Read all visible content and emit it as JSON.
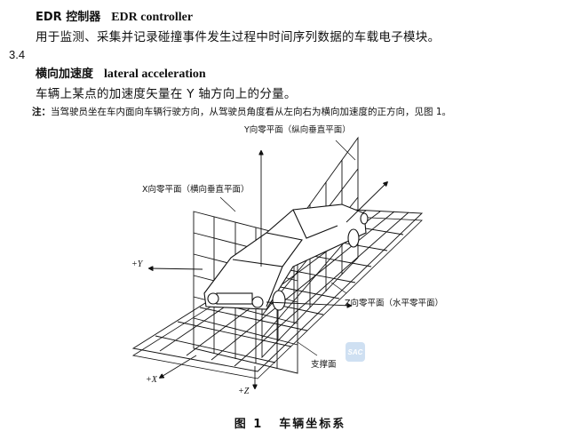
{
  "section_prev": {
    "term_zh": "EDR 控制器",
    "term_en": "EDR controller",
    "definition": "用于监测、采集并记录碰撞事件发生过程中时间序列数据的车载电子模块。"
  },
  "section": {
    "number": "3.4",
    "term_zh": "横向加速度",
    "term_en": "lateral acceleration",
    "definition": "车辆上某点的加速度矢量在 Y 轴方向上的分量。",
    "note_label": "注：",
    "note_text": "当驾驶员坐在车内面向车辆行驶方向，从驾驶员角度看从左向右为横向加速度的正方向，见图 1。"
  },
  "figure": {
    "labels": {
      "y_plane": "Y向零平面（纵向垂直平面）",
      "x_plane": "X向零平面（横向垂直平面）",
      "z_plane": "Z向零平面（水平零平面）",
      "support": "支撑面"
    },
    "axes": {
      "plus_y": "+Y",
      "plus_x": "+X",
      "plus_z": "+Z"
    },
    "watermark": "SAC",
    "caption_num": "图 1",
    "caption_title": "车辆坐标系"
  }
}
